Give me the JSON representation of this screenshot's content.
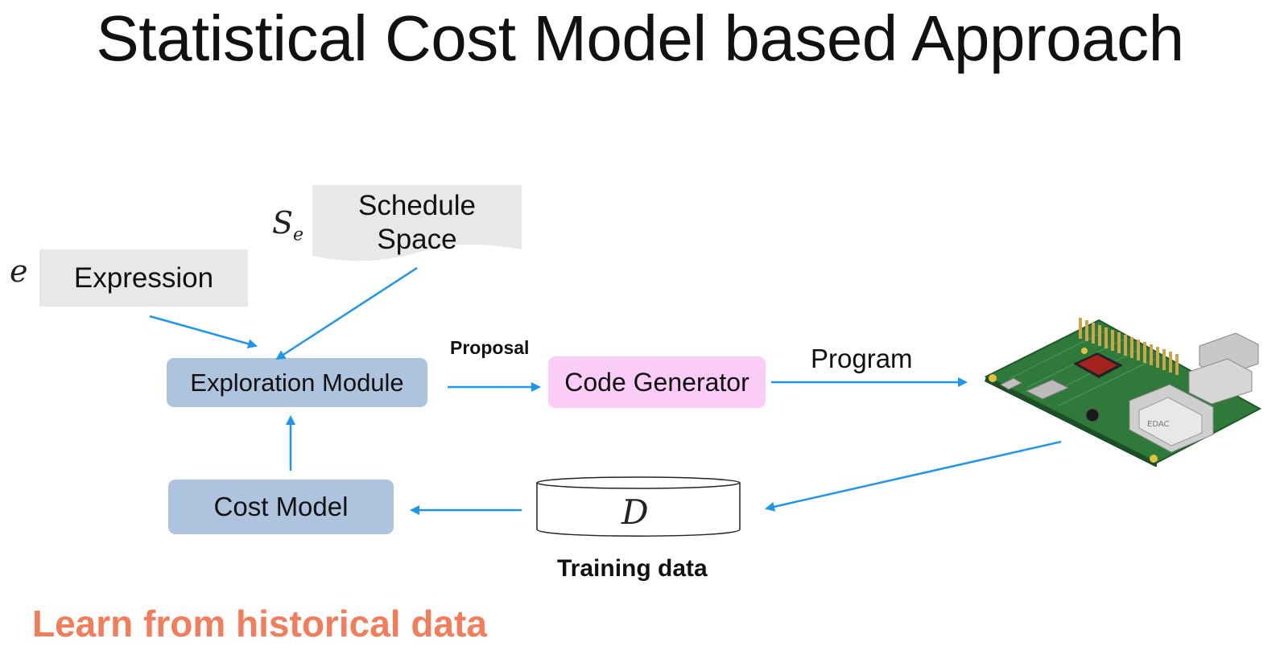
{
  "title": "Statistical Cost Model based Approach",
  "expression": {
    "symbol": "e",
    "label": "Expression"
  },
  "schedule_space": {
    "symbol_main": "S",
    "symbol_sub": "e",
    "line1": "Schedule",
    "line2": "Space"
  },
  "exploration_module": "Exploration Module",
  "cost_model": "Cost Model",
  "code_generator": "Code Generator",
  "proposal_label": "Proposal",
  "program_label": "Program",
  "database": {
    "symbol": "D",
    "label": "Training data"
  },
  "hardware": {
    "icon": "raspberry-pi-board",
    "chip_text": "EDAC"
  },
  "tagline": "Learn from historical data",
  "colors": {
    "arrow": "#1e96ec",
    "module": "#aec4de",
    "codegen": "#fbccf7",
    "doc": "#e8e8e8",
    "tagline": "#f37c5a"
  }
}
